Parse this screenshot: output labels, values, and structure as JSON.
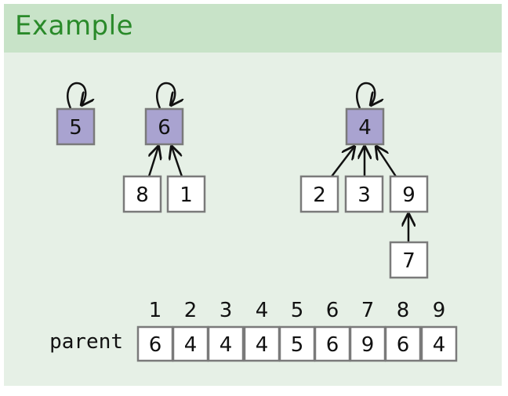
{
  "title": "Example",
  "colors": {
    "root_fill": "#a9a3d0",
    "node_stroke": "#7a7a7a",
    "node_fill": "#ffffff",
    "edge": "#111111",
    "title": "#2a8a2a"
  },
  "nodes": {
    "n5": "5",
    "n6": "6",
    "n8": "8",
    "n1": "1",
    "n4": "4",
    "n2": "2",
    "n3": "3",
    "n9": "9",
    "n7": "7"
  },
  "array": {
    "label": "parent",
    "indices": [
      "1",
      "2",
      "3",
      "4",
      "5",
      "6",
      "7",
      "8",
      "9"
    ],
    "values": [
      "6",
      "4",
      "4",
      "4",
      "5",
      "6",
      "9",
      "6",
      "4"
    ]
  }
}
